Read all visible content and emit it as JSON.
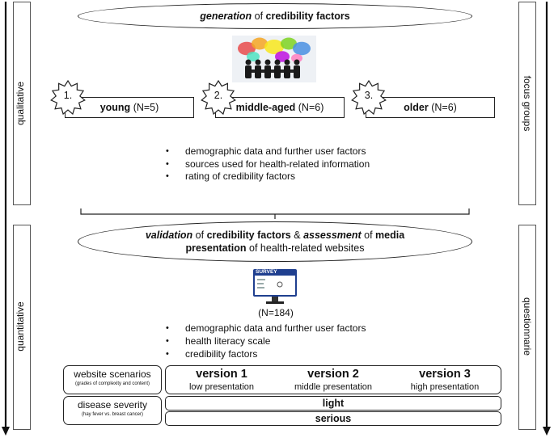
{
  "phase_qualitative": {
    "left_label": "qualitative",
    "right_label": "focus groups",
    "title_em": "generation",
    "title_rest": " of ",
    "title_bold": "credibility factors",
    "groups": [
      {
        "number": "1.",
        "label": "young",
        "count": "(N=5)"
      },
      {
        "number": "2.",
        "label": "middle-aged",
        "count": "(N=6)"
      },
      {
        "number": "3.",
        "label": "older",
        "count": "(N=6)"
      }
    ],
    "bullets": [
      "demographic data and further user factors",
      "sources used for health-related information",
      "rating of credibility factors"
    ]
  },
  "phase_quantitative": {
    "left_label": "quantitative",
    "right_label": "questionnarie",
    "title_line1_em1": "validation",
    "title_line1_t1": " of ",
    "title_line1_b1": "credibility factors",
    "title_line1_t2": " & ",
    "title_line1_em2": "assessment",
    "title_line1_t3": " of ",
    "title_line1_b2": "media",
    "title_line2_b": "presentation",
    "title_line2_t": " of health-related websites",
    "survey_label": "SURVEY",
    "sample": "(N=184)",
    "bullets": [
      "demographic data and further user factors",
      "health literacy scale",
      "credibility factors"
    ]
  },
  "table": {
    "row1_label": "website scenarios",
    "row1_sub": "(grades of complexity and content)",
    "row2_label": "disease severity",
    "row2_sub": "(hay fever vs. breast cancer)",
    "versions": [
      {
        "title": "version 1",
        "sub": "low presentation"
      },
      {
        "title": "version 2",
        "sub": "middle presentation"
      },
      {
        "title": "version 3",
        "sub": "high presentation"
      }
    ],
    "severity": [
      "light",
      "serious"
    ]
  },
  "colors": {
    "border": "#222222",
    "bubbles": [
      "#e84b4b",
      "#f5a623",
      "#f8e71c",
      "#7ed321",
      "#4a90e2",
      "#50e3c2",
      "#bd10e0",
      "#ff7fbf"
    ]
  }
}
